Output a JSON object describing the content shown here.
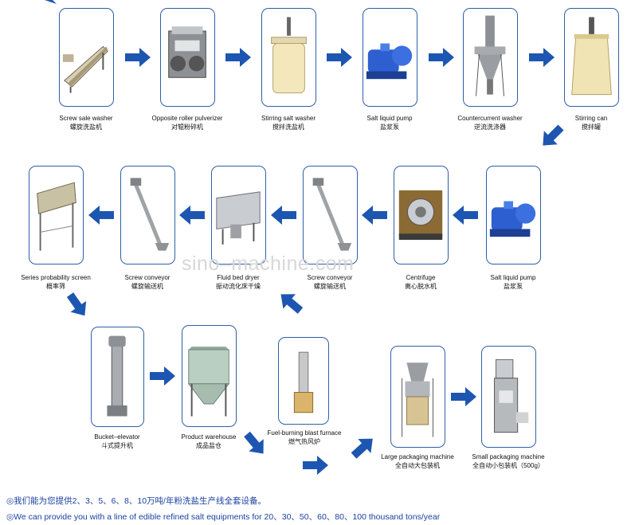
{
  "colors": {
    "card_border": "#2f5fa8",
    "arrow": "#1d56b0",
    "note_text": "#1a3fa0",
    "watermark": "#d7d7d7"
  },
  "watermark": "sino–machine.com",
  "equipment": [
    {
      "id": "screw-salt-washer",
      "en": "Screw sale washer",
      "cn": "螺旋洗盐机",
      "icon": "screw-washer-icon"
    },
    {
      "id": "opposite-roller-pulverizer",
      "en": "Opposite roller pulverizer",
      "cn": "对辊粉碎机",
      "icon": "roller-pulverizer-icon"
    },
    {
      "id": "stirring-salt-washer",
      "en": "Stirring salt washer",
      "cn": "搅拌洗盐机",
      "icon": "stirring-tank-icon"
    },
    {
      "id": "salt-liquid-pump-1",
      "en": "Salt liquid pump",
      "cn": "盐浆泵",
      "icon": "pump-icon"
    },
    {
      "id": "countercurrent-washer",
      "en": "Countercurrent washer",
      "cn": "逆流洗涤器",
      "icon": "cyclone-washer-icon"
    },
    {
      "id": "stirring-can",
      "en": "Stirring can",
      "cn": "搅拌罐",
      "icon": "stirring-can-icon"
    },
    {
      "id": "salt-liquid-pump-2",
      "en": "Salt liquid pump",
      "cn": "盐浆泵",
      "icon": "pump-icon"
    },
    {
      "id": "centrifuge",
      "en": "Centrifuge",
      "cn": "离心脱水机",
      "icon": "centrifuge-icon"
    },
    {
      "id": "screw-conveyor-1",
      "en": "Screw conveyor",
      "cn": "螺旋输送机",
      "icon": "screw-conveyor-icon"
    },
    {
      "id": "fluid-bed-dryer",
      "en": "Fluid bed dryer",
      "cn": "振动流化床干燥",
      "icon": "dryer-icon"
    },
    {
      "id": "screw-conveyor-2",
      "en": "Screw conveyor",
      "cn": "螺旋输送机",
      "icon": "screw-conveyor-icon"
    },
    {
      "id": "series-probability-screen",
      "en": "Series probability screen",
      "cn": "概率筛",
      "icon": "screen-icon"
    },
    {
      "id": "bucket-elevator",
      "en": "Bucket–elevator",
      "cn": "斗式提升机",
      "icon": "elevator-icon"
    },
    {
      "id": "product-warehouse",
      "en": "Product warehouse",
      "cn": "成品盐仓",
      "icon": "silo-icon"
    },
    {
      "id": "blast-furnace",
      "en": "Fuel-burning blast furnace",
      "cn": "燃气热风炉",
      "icon": "furnace-icon"
    },
    {
      "id": "large-packaging",
      "en": "Large packaging machine",
      "cn": "全自动大包装机",
      "icon": "large-packer-icon"
    },
    {
      "id": "small-packaging",
      "en": "Small packaging machine",
      "cn": "全自动小包装机（500g）",
      "icon": "small-packer-icon"
    }
  ],
  "notes": {
    "cn": "◎我们能为您提供2、3、5、6、8、10万吨/年粉洗盐生产线全套设备。",
    "en": "◎We can provide you with a line of edible refined salt equipments for 20、30、50、60、80、100 thousand tons/year"
  }
}
